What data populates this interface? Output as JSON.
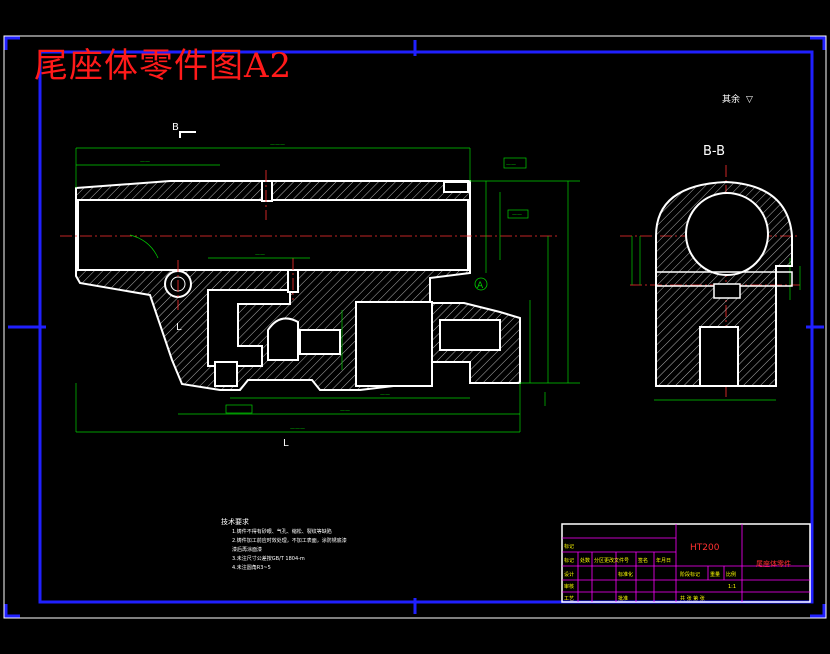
{
  "drawing": {
    "title": "尾座体零件图A2",
    "section_label": "B-B",
    "view_label": "B",
    "surface_note": "其余",
    "surface_symbol": "▽",
    "tech_requirements": {
      "heading": "技术要求",
      "items": [
        "1.铸件不得有砂眼、气孔、缩松、裂纹等缺陷",
        "2.铸件加工前应时效处理，不加工表面，涂防锈底漆",
        "  漆后再涂面漆",
        "3.未注尺寸公差按GB/T 1804-m",
        "4.未注圆角R3~5"
      ]
    },
    "title_block": {
      "material": "HT200",
      "part_name": "尾座体零件",
      "row_labels": [
        "标记",
        "设计",
        "审核",
        "工艺"
      ],
      "header_cells": [
        "标记",
        "处数",
        "分区",
        "更改文件号",
        "签名",
        "年月日"
      ],
      "mid_cells": [
        "标准化",
        "批准"
      ],
      "stage_labels": [
        "阶段标记",
        "重量",
        "比例"
      ],
      "scale": "1:1",
      "sheet": "共  张 第  张"
    },
    "markers": {
      "datum_a": "A",
      "section_mark": "L",
      "lower_mark": "L"
    }
  }
}
